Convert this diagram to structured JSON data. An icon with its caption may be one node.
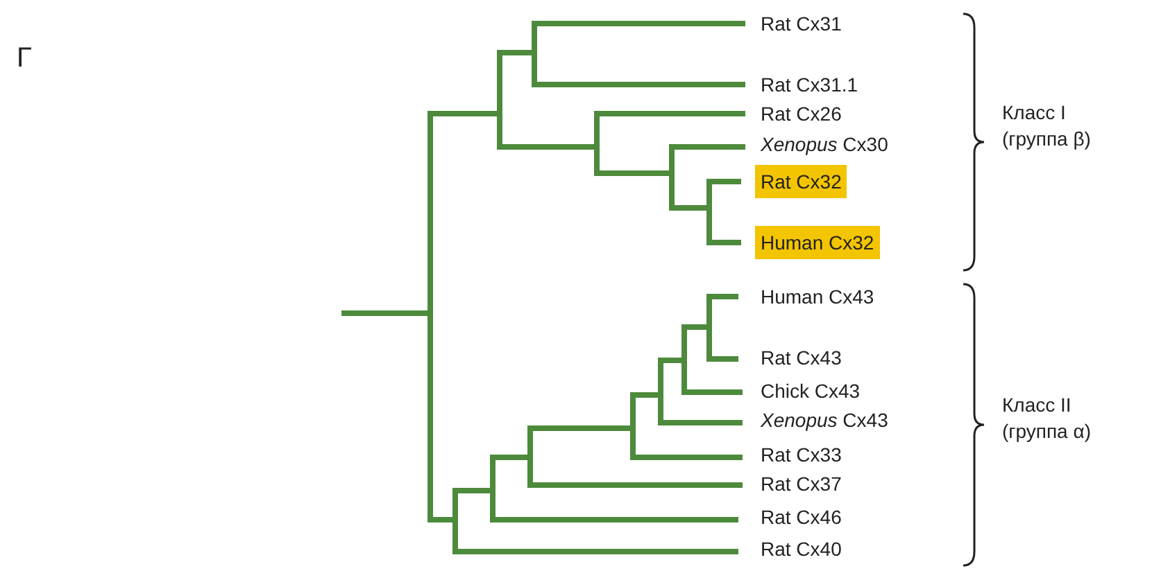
{
  "diagram": {
    "nodes": [
      {
        "text": [
          "Rat Cx32"
        ]
      },
      {
        "text": [
          "Human Cx32"
        ]
      }
    ],
    "labels": [
      "Г",
      "Rat Cx31",
      "Rat Cx31.1",
      "Rat Cx26",
      "Класс I (группа β)",
      "*Xenopus* Cx30",
      "Human Cx43",
      "Rat Cx43",
      "Chick Cx43",
      "Класс II (группа α)",
      "*Xenopus* Cx43",
      "Rat Cx33",
      "Rat Cx37",
      "Rat Cx46",
      "Rat Cx40"
    ]
  }
}
